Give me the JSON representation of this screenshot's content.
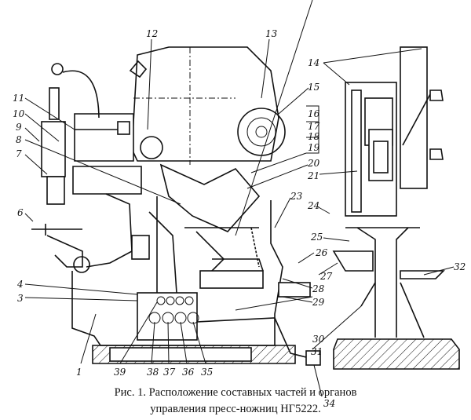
{
  "caption": {
    "line1": "Рис. 1. Расположение составных частей и органов",
    "line2": "управления пресс-ножниц НГ5222."
  },
  "labels": {
    "l1": "1",
    "l3": "3",
    "l4": "4",
    "l6": "6",
    "l7": "7",
    "l8": "8",
    "l9": "9",
    "l10": "10",
    "l11": "11",
    "l12": "12",
    "l13": "13",
    "l14": "14",
    "l15": "15",
    "l16": "16",
    "l17": "17",
    "l18": "18",
    "l19": "19",
    "l20": "20",
    "l21": "21",
    "l23": "23",
    "l24": "24",
    "l25": "25",
    "l26": "26",
    "l27": "27",
    "l28": "28",
    "l29": "29",
    "l30": "30",
    "l31": "31",
    "l32": "32",
    "l34": "34",
    "l35": "35",
    "l36": "36",
    "l37": "37",
    "l38": "38",
    "l39": "39"
  }
}
